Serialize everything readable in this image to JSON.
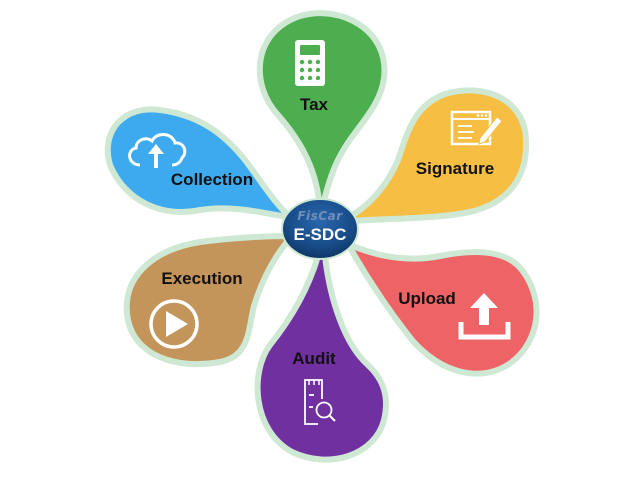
{
  "diagram": {
    "type": "petal-flower",
    "hub": {
      "brand": "FisCar",
      "title": "E-SDC",
      "color": "#1c4f8c"
    },
    "outline_color": "#cfe8d4",
    "petals": [
      {
        "label": "Tax",
        "icon": "calculator-icon",
        "color": "#4cae4f"
      },
      {
        "label": "Signature",
        "icon": "document-edit-icon",
        "color": "#f6bf44"
      },
      {
        "label": "Upload",
        "icon": "upload-tray-icon",
        "color": "#ee6466"
      },
      {
        "label": "Audit",
        "icon": "document-search-icon",
        "color": "#7030a0"
      },
      {
        "label": "Execution",
        "icon": "play-circle-icon",
        "color": "#c4955a"
      },
      {
        "label": "Collection",
        "icon": "cloud-upload-icon",
        "color": "#3daaf0"
      }
    ]
  }
}
